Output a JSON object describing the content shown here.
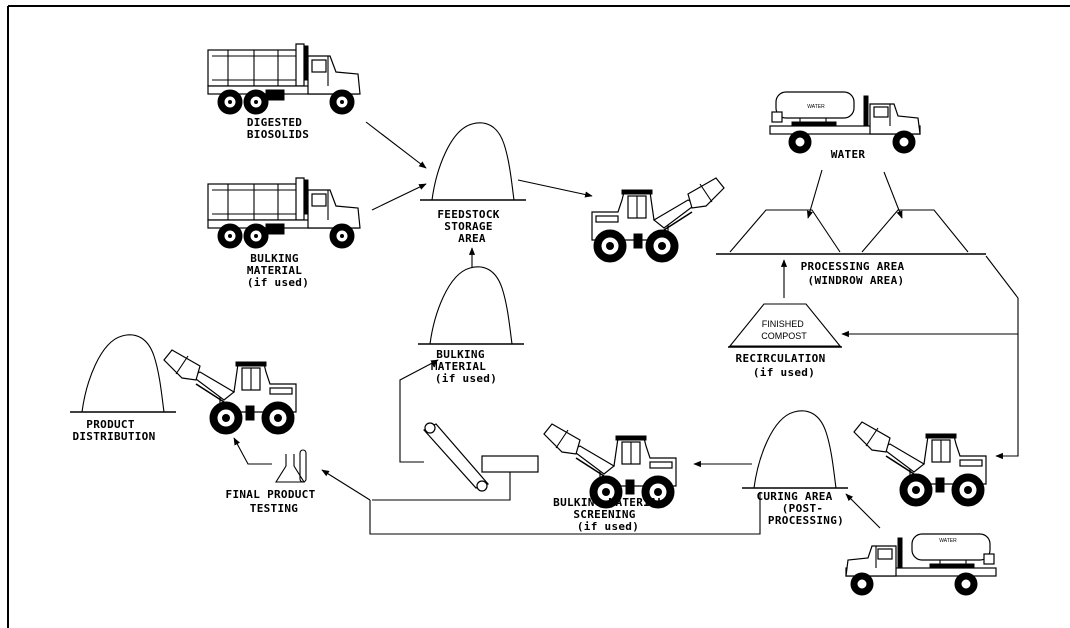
{
  "labels": {
    "digested_biosolids": [
      "DIGESTED",
      "BIOSOLIDS"
    ],
    "bulking_material_top": [
      "BULKING",
      "MATERIAL",
      "(if used)"
    ],
    "feedstock_storage": [
      "FEEDSTOCK",
      "STORAGE",
      "AREA"
    ],
    "water_top": [
      "WATER"
    ],
    "processing_area": [
      "PROCESSING AREA",
      "(WINDROW AREA)"
    ],
    "finished_compost": [
      "FINISHED",
      "COMPOST"
    ],
    "recirculation": [
      "RECIRCULATION",
      "(if used)"
    ],
    "bulking_material_mid": [
      "BULKING",
      "MATERIAL",
      "(if used)"
    ],
    "product_distribution": [
      "PRODUCT",
      "DISTRIBUTION"
    ],
    "final_product_testing": [
      "FINAL PRODUCT",
      "TESTING"
    ],
    "bulking_screening": [
      "BULKING MATERIAL",
      "SCREENING",
      "(if used)"
    ],
    "curing_area": [
      "CURING AREA",
      "(POST-",
      "PROCESSING)"
    ],
    "tank_label_top": "WATER",
    "tank_label_bottom": "WATER"
  }
}
